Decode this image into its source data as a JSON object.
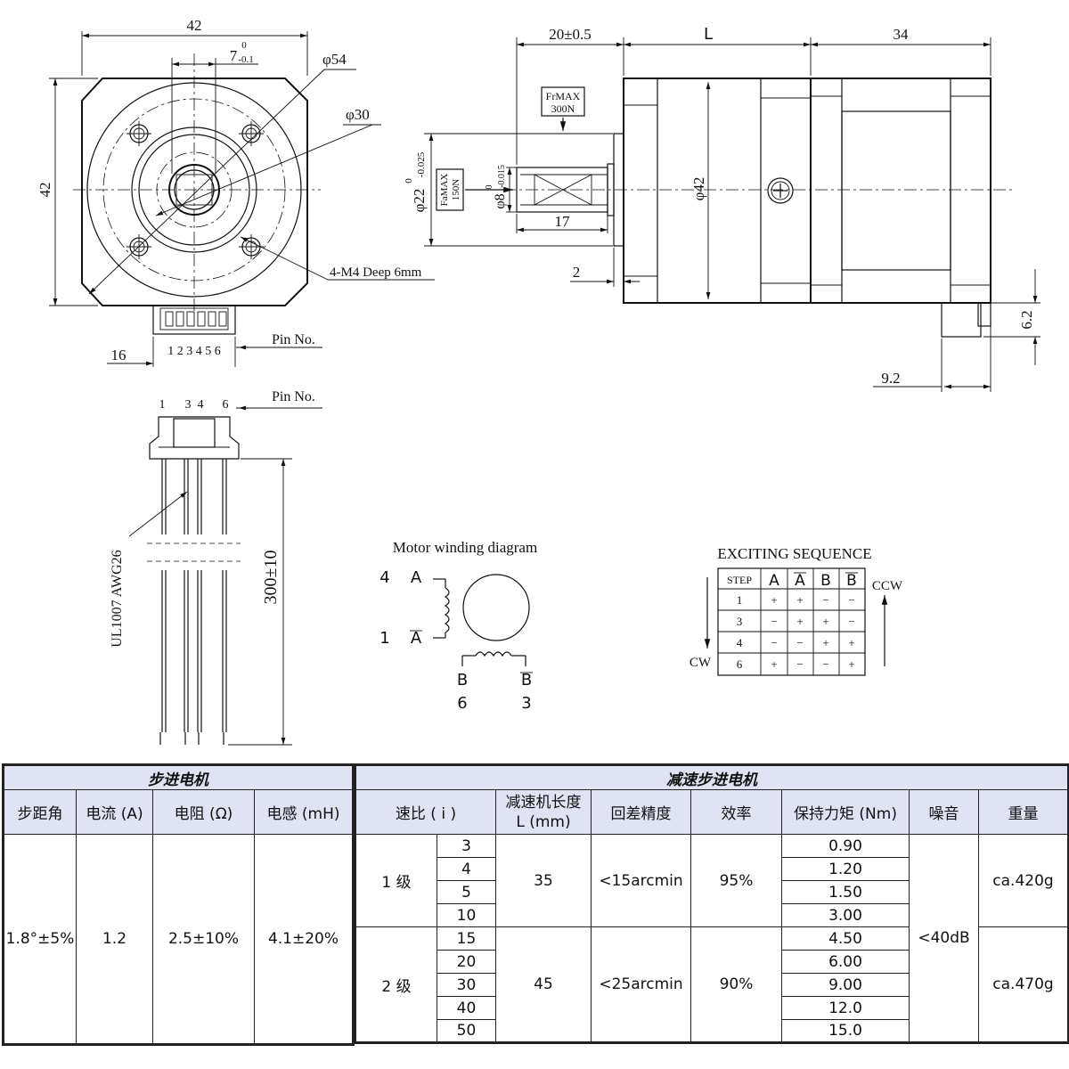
{
  "front_view": {
    "width": "42",
    "height": "42",
    "key": "7",
    "key_tol_top": "0",
    "key_tol_bottom": "-0.1",
    "dia_outer": "φ54",
    "dia_inner": "φ30",
    "holes": "4-M4 Deep 6mm",
    "connector_offset": "16",
    "pins": "1 2 3 4 5 6",
    "pin_label": "Pin No."
  },
  "side_view": {
    "shaft_len": "20±0.5",
    "gear_len": "L",
    "motor_len": "34",
    "fr_label": "FrMAX",
    "fr_value": "300N",
    "fa_label": "FaMAX",
    "fa_value": "150N",
    "pilot": "φ22",
    "pilot_tol_top": "0",
    "pilot_tol_bottom": "-0.025",
    "shaft_dia": "φ8",
    "shaft_tol_top": "0",
    "shaft_tol_bottom": "-0.015",
    "key_len": "17",
    "body_dia": "φ42",
    "flange": "2",
    "conn_h": "6.2",
    "conn_w": "9.2"
  },
  "lead_view": {
    "pin_label": "Pin No.",
    "pins": [
      "1",
      "3",
      "4",
      "6"
    ],
    "wire": "UL1007  AWG26",
    "length": "300±10"
  },
  "winding": {
    "title": "Motor winding diagram",
    "a_pin": "4",
    "a_label": "A",
    "abar_pin": "1",
    "abar_label": "A",
    "b_label": "B",
    "b_pin": "6",
    "bbar_label": "B",
    "bbar_pin": "3"
  },
  "sequence": {
    "title": "EXCITING SEQUENCE",
    "headers": [
      "STEP",
      "A",
      "A",
      "B",
      "B"
    ],
    "rows": [
      [
        "1",
        "+",
        "+",
        "−",
        "−"
      ],
      [
        "3",
        "−",
        "+",
        "+",
        "−"
      ],
      [
        "4",
        "−",
        "−",
        "+",
        "+"
      ],
      [
        "6",
        "+",
        "−",
        "−",
        "+"
      ]
    ],
    "ccw": "CCW",
    "cw": "CW"
  },
  "motor_table": {
    "group": "步进电机",
    "headers": [
      "步距角",
      "电流 (A)",
      "电阻 (Ω)",
      "电感 (mH)"
    ],
    "values": [
      "1.8°±5%",
      "1.2",
      "2.5±10%",
      "4.1±20%"
    ]
  },
  "gear_table": {
    "group": "减速步进电机",
    "headers": [
      "速比 ( i )",
      "减速机长度\nL (mm)",
      "回差精度",
      "效率",
      "保持力矩 (Nm)",
      "噪音",
      "重量"
    ],
    "stages": [
      {
        "name": "1 级",
        "ratios": [
          "3",
          "4",
          "5",
          "10"
        ],
        "length": "35",
        "backlash": "<15arcmin",
        "efficiency": "95%",
        "torques": [
          "0.90",
          "1.20",
          "1.50",
          "3.00"
        ],
        "weight": "ca.420g"
      },
      {
        "name": "2 级",
        "ratios": [
          "15",
          "20",
          "30",
          "40",
          "50"
        ],
        "length": "45",
        "backlash": "<25arcmin",
        "efficiency": "90%",
        "torques": [
          "4.50",
          "6.00",
          "9.00",
          "12.0",
          "15.0"
        ],
        "weight": "ca.470g"
      }
    ],
    "noise": "<40dB"
  }
}
